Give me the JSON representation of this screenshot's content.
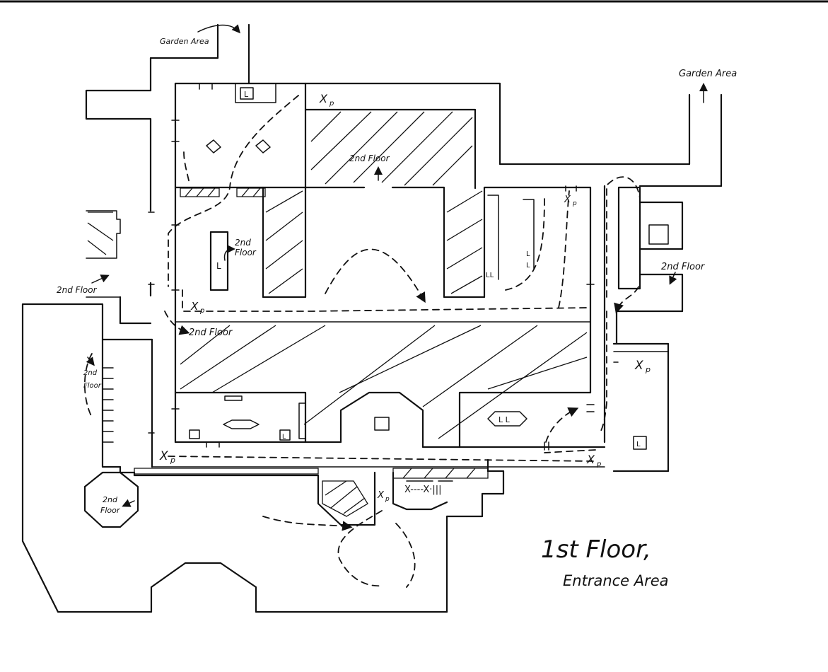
{
  "labels": {
    "garden_area_left": "Garden Area",
    "garden_area_right": "Garden Area",
    "second_floor_top": "2nd Floor",
    "second_floor_inner_l1": "2nd",
    "second_floor_inner_l2": "Floor",
    "second_floor_west": "2nd Floor",
    "second_floor_hall": "2nd Floor",
    "second_floor_east": "2nd Floor",
    "second_floor_stair_l1": "2nd",
    "second_floor_stair_l2": "Floor",
    "second_floor_tower_l1": "2nd",
    "second_floor_tower_l2": "Floor",
    "title": "1st Floor,",
    "subtitle": "Entrance Area"
  },
  "markers": {
    "xp": "X",
    "xp_sub": "p",
    "lift": "L",
    "lift_double": "L L",
    "lift_pair": "LL",
    "x_row": "X----X·|||"
  }
}
